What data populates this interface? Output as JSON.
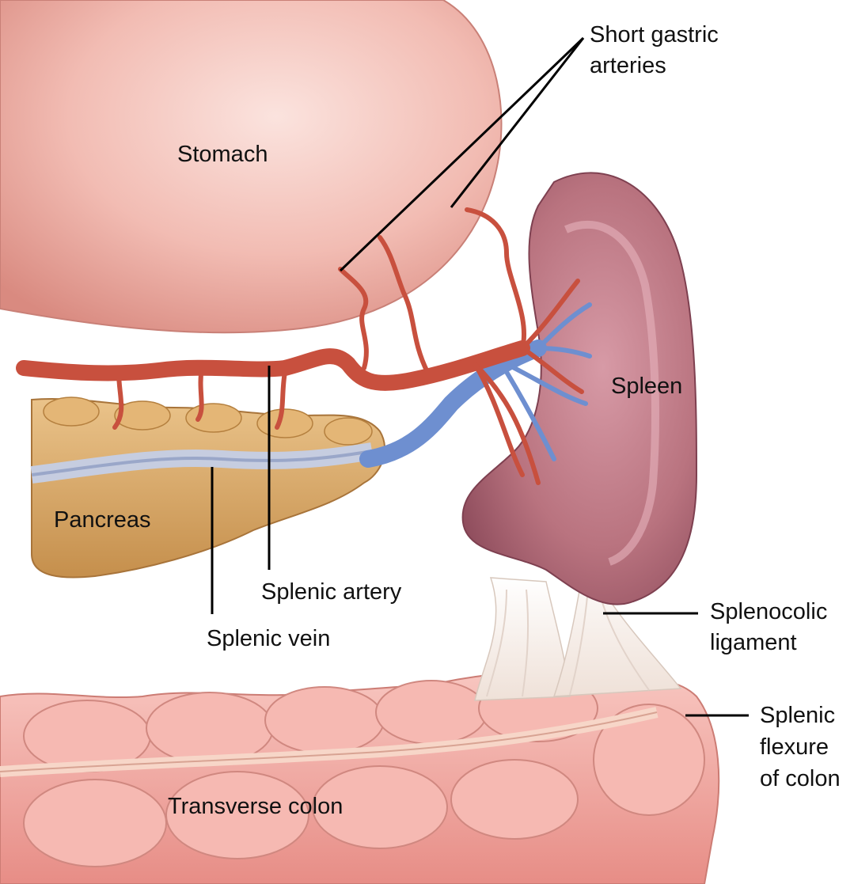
{
  "labels": {
    "short_gastric_line1": "Short gastric",
    "short_gastric_line2": "arteries",
    "stomach": "Stomach",
    "spleen": "Spleen",
    "pancreas": "Pancreas",
    "splenic_artery": "Splenic artery",
    "splenic_vein": "Splenic vein",
    "splenocolic_line1": "Splenocolic",
    "splenocolic_line2": "ligament",
    "splenic_flexure_line1": "Splenic",
    "splenic_flexure_line2": "flexure",
    "splenic_flexure_line3": "of colon",
    "transverse_colon": "Transverse colon"
  },
  "colors": {
    "stomach": "#e9a8a0",
    "spleen": "#b06a7d",
    "pancreas": "#d5a25f",
    "artery": "#c8503e",
    "vein": "#6e8fd0",
    "colon": "#f0a9a2",
    "ligament": "#f4ece6"
  }
}
